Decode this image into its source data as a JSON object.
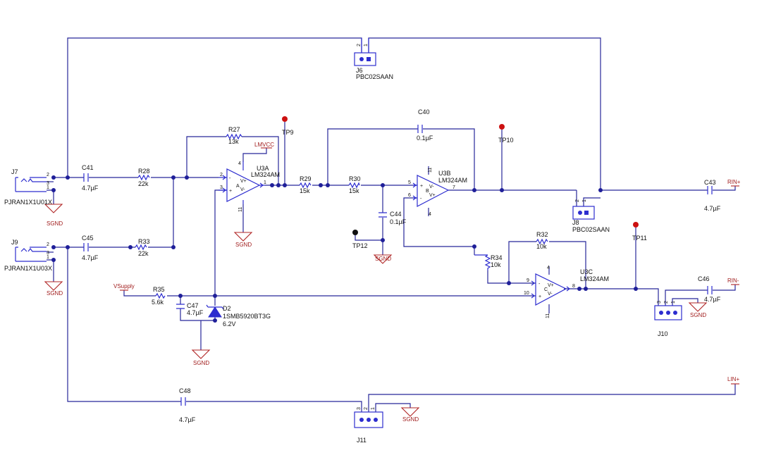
{
  "connectors": {
    "j6": {
      "ref": "J6",
      "part": "PBC02SAAN",
      "pins": [
        "2",
        "1"
      ]
    },
    "j8": {
      "ref": "J8",
      "part": "PBC02SAAN",
      "pins": [
        "2",
        "1"
      ]
    },
    "j10": {
      "ref": "J10",
      "pins": [
        "3",
        "2",
        "1"
      ]
    },
    "j11": {
      "ref": "J11",
      "pins": [
        "3",
        "2",
        "1"
      ]
    },
    "j7": {
      "ref": "J7",
      "part": "PJRAN1X1U01X",
      "pins": [
        "2",
        "3",
        "1"
      ]
    },
    "j9": {
      "ref": "J9",
      "part": "PJRAN1X1U03X",
      "pins": [
        "2",
        "3",
        "1"
      ]
    }
  },
  "capacitors": {
    "c40": {
      "ref": "C40",
      "value": "0.1µF"
    },
    "c41": {
      "ref": "C41",
      "value": "4.7µF"
    },
    "c43": {
      "ref": "C43",
      "value": "4.7µF"
    },
    "c44": {
      "ref": "C44",
      "value": "0.1µF"
    },
    "c45": {
      "ref": "C45",
      "value": "4.7µF"
    },
    "c46": {
      "ref": "C46",
      "value": "4.7µF"
    },
    "c47": {
      "ref": "C47",
      "value": "4.7µF"
    },
    "c48": {
      "ref": "C48",
      "value": "4.7µF"
    }
  },
  "resistors": {
    "r27": {
      "ref": "R27",
      "value": "13k"
    },
    "r28": {
      "ref": "R28",
      "value": "22k"
    },
    "r29": {
      "ref": "R29",
      "value": "15k"
    },
    "r30": {
      "ref": "R30",
      "value": "15k"
    },
    "r32": {
      "ref": "R32",
      "value": "10k"
    },
    "r33": {
      "ref": "R33",
      "value": "22k"
    },
    "r34": {
      "ref": "R34",
      "value": "10k"
    },
    "r35": {
      "ref": "R35",
      "value": "5.6k"
    }
  },
  "opamps": {
    "u3a": {
      "ref": "U3A",
      "part": "LM324AM",
      "letter": "A",
      "pins": {
        "inv": "2",
        "noninv": "3",
        "out": "1",
        "vplus": "4",
        "vminus": "11"
      }
    },
    "u3b": {
      "ref": "U3B",
      "part": "LM324AM",
      "letter": "B",
      "pins": {
        "inv": "6",
        "noninv": "5",
        "out": "7",
        "vplus": "11",
        "vminus": "4"
      }
    },
    "u3c": {
      "ref": "U3C",
      "part": "LM324AM",
      "letter": "C",
      "pins": {
        "inv": "9",
        "noninv": "10",
        "out": "8",
        "vplus": "4",
        "vminus": "11"
      }
    }
  },
  "opamp_marks": {
    "minus": "-",
    "plus": "+",
    "vplus": "V+",
    "vminus": "V-"
  },
  "diode": {
    "ref": "D2",
    "part": "1SMB5920BT3G",
    "value": "6.2V"
  },
  "testpoints": {
    "tp9": "TP9",
    "tp10": "TP10",
    "tp11": "TP11",
    "tp12": "TP12"
  },
  "nets": {
    "sgnd": "SGND",
    "lmvcc": "LMVCC",
    "vsupply": "VSupply",
    "rin_plus": "RIN+",
    "rin_minus": "RIN-",
    "lin_plus": "LIN+"
  },
  "colors": {
    "wire": "#27279a",
    "symbol": "#2d2dcf",
    "ground": "#b02424",
    "testpoint": "#cc1111",
    "junction": "#1f1f99"
  }
}
